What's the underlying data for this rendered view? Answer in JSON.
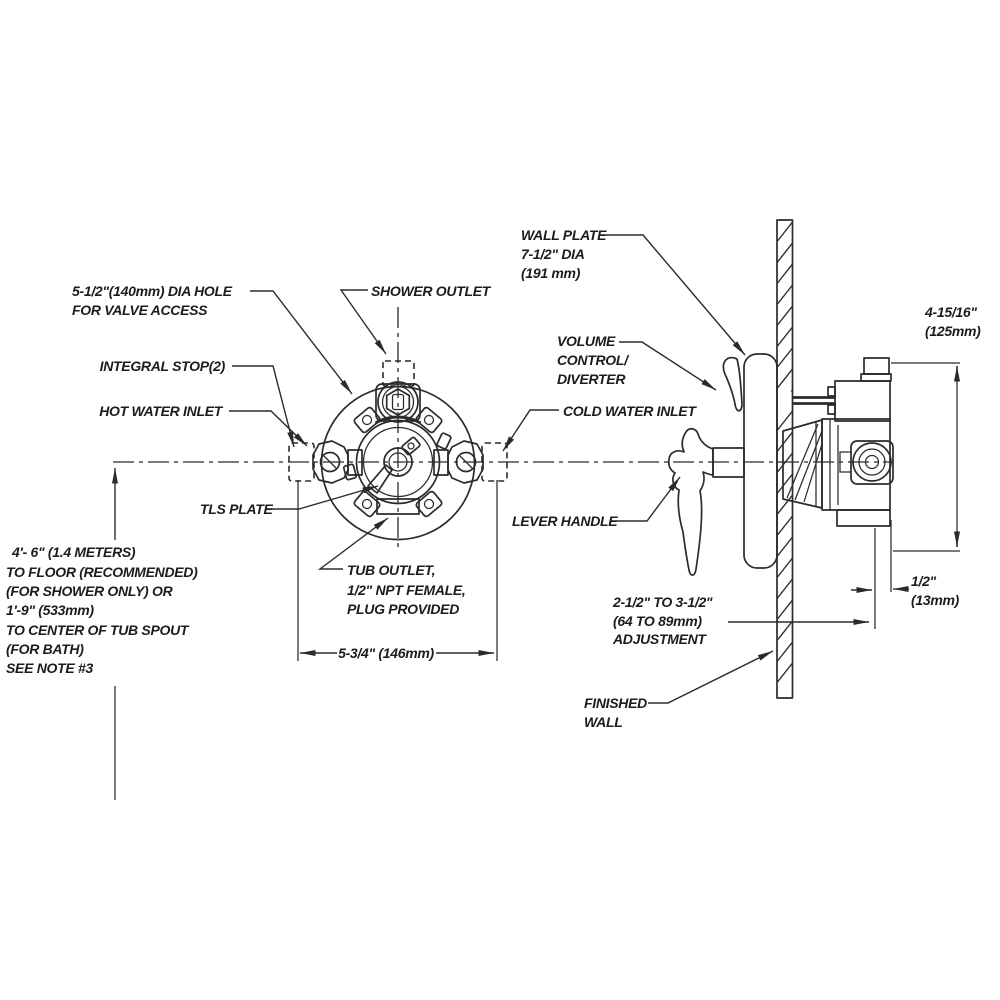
{
  "meta": {
    "subject": "Shower valve rough-in installation diagram"
  },
  "colors": {
    "background": "#ffffff",
    "line": "#2b2b2b",
    "text": "#1c1c1c"
  },
  "labels": {
    "dia_hole": [
      "5-1/2\"(140mm) DIA HOLE",
      "FOR VALVE ACCESS"
    ],
    "integral_stop": "INTEGRAL STOP(2)",
    "hot_water_inlet": "HOT WATER INLET",
    "shower_outlet": "SHOWER OUTLET",
    "wall_plate": [
      "WALL PLATE",
      "7-1/2\" DIA",
      "(191 mm)"
    ],
    "volume_control": [
      "VOLUME",
      "CONTROL/",
      "DIVERTER"
    ],
    "cold_water_inlet": "COLD WATER INLET",
    "tls_plate": "TLS PLATE",
    "lever_handle": "LEVER HANDLE",
    "tub_outlet": [
      "TUB OUTLET,",
      "1/2\" NPT FEMALE,",
      "PLUG PROVIDED"
    ],
    "finished_wall": [
      "FINISHED",
      "WALL"
    ],
    "floor_note": [
      "4'- 6\" (1.4 METERS)",
      "TO FLOOR (RECOMMENDED)",
      "(FOR SHOWER ONLY) OR",
      "1'-9\" (533mm)",
      "TO CENTER OF TUB SPOUT",
      "(FOR BATH)",
      "SEE NOTE #3"
    ]
  },
  "dimensions": {
    "valve_width": "5-3/4\" (146mm)",
    "depth": [
      "4-15/16\"",
      "(125mm)"
    ],
    "plate_clearance": [
      "1/2\"",
      "(13mm)"
    ],
    "adjustment": [
      "2-1/2\" TO 3-1/2\"",
      "(64 TO 89mm)",
      "ADJUSTMENT"
    ]
  }
}
